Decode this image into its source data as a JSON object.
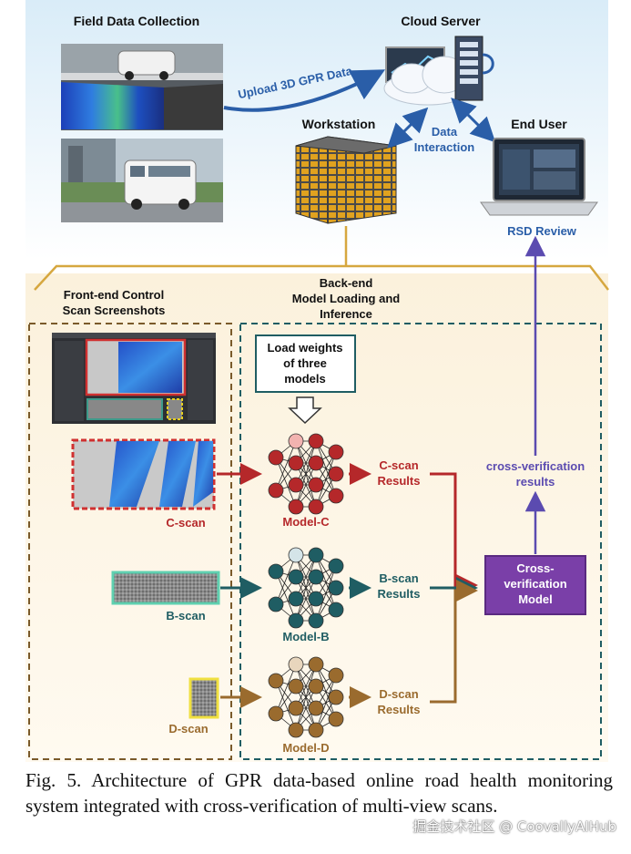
{
  "top": {
    "field_data_collection": "Field Data Collection",
    "cloud_server": "Cloud Server",
    "upload_label": "Upload 3D GPR Data",
    "workstation": "Workstation",
    "data_interaction_1": "Data",
    "data_interaction_2": "Interaction",
    "end_user": "End User",
    "rsd_review": "RSD Review"
  },
  "bottom": {
    "front_end_1": "Front-end Control",
    "front_end_2": "Scan Screenshots",
    "back_end_1": "Back-end",
    "back_end_2": "Model Loading and",
    "back_end_3": "Inference",
    "load_weights_1": "Load weights",
    "load_weights_2": "of three",
    "load_weights_3": "models",
    "c_scan": "C-scan",
    "b_scan": "B-scan",
    "d_scan": "D-scan",
    "model_c": "Model-C",
    "model_b": "Model-B",
    "model_d": "Model-D",
    "c_results_1": "C-scan",
    "c_results_2": "Results",
    "b_results_1": "B-scan",
    "b_results_2": "Results",
    "d_results_1": "D-scan",
    "d_results_2": "Results",
    "cross_model_1": "Cross-",
    "cross_model_2": "verification",
    "cross_model_3": "Model",
    "cross_results_1": "cross-verification",
    "cross_results_2": "results"
  },
  "colors": {
    "c_red": "#b5282a",
    "b_teal": "#1f5d63",
    "d_brown": "#9a6b2e",
    "blue_label": "#2a5ea8",
    "purple": "#7a3fa8",
    "gold": "#d6a73f"
  },
  "caption": "Fig. 5. Architecture of GPR data-based online road health monitoring system integrated with cross-verification of multi-view scans.",
  "watermark": "掘金技术社区 @ CoovallyAIHub"
}
